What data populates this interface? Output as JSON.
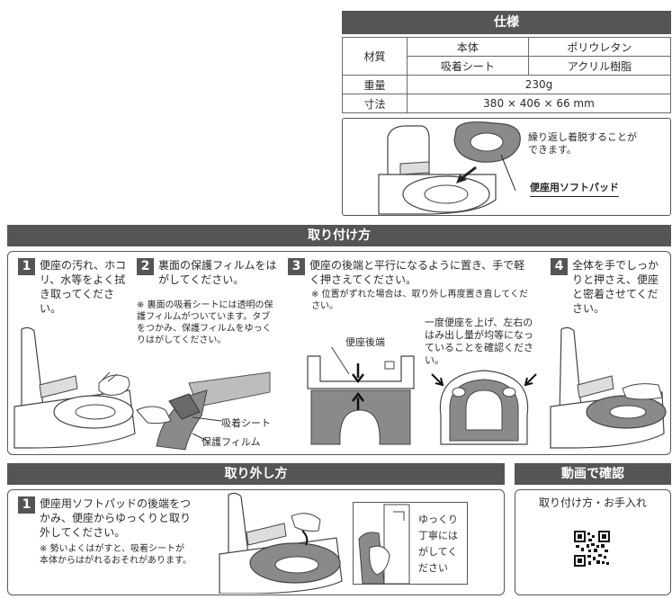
{
  "spec": {
    "title": "仕様",
    "rows": {
      "material_label": "材質",
      "body_label": "本体",
      "body_value": "ポリウレタン",
      "sheet_label": "吸着シート",
      "sheet_value": "アクリル樹脂",
      "weight_label": "重量",
      "weight_value": "230g",
      "size_label": "寸法",
      "size_value": "380 × 406 × 66 mm"
    },
    "figure_note": "繰り返し着脱することができます。",
    "figure_label": "便座用ソフトパッド"
  },
  "install": {
    "title": "取り付け方",
    "steps": [
      {
        "num": "1",
        "text": "便座の汚れ、ホコリ、水等をよく拭き取ってください。"
      },
      {
        "num": "2",
        "text": "裏面の保護フィルムをはがしてください。",
        "note": "※ 裏面の吸着シートには透明の保護フィルムがついています。タブをつかみ、保護フィルムをゆっくりはがしてください。",
        "label_sheet": "吸着シート",
        "label_film": "保護フィルム"
      },
      {
        "num": "3",
        "text": "便座の後端と平行になるように置き、手で軽く押さえてください。",
        "note": "※ 位置がずれた場合は、取り外し再度置き直してください。",
        "label_rear": "便座後端",
        "note2": "一度便座を上げ、左右のはみ出し量が均等になっていることを確認ください。"
      },
      {
        "num": "4",
        "text": "全体を手でしっかりと押さえ、便座と密着させてください。"
      }
    ]
  },
  "remove": {
    "title": "取り外し方",
    "num": "1",
    "text": "便座用ソフトパッドの後端をつかみ、便座からゆっくりと取り外してください。",
    "note": "※ 勢いよくはがすと、吸着シートが本体からはがれるおそれがあります。",
    "inset_text": "ゆっくり丁寧にはがしてください"
  },
  "video": {
    "title": "動画で確認",
    "text": "取り付け方・お手入れ"
  }
}
